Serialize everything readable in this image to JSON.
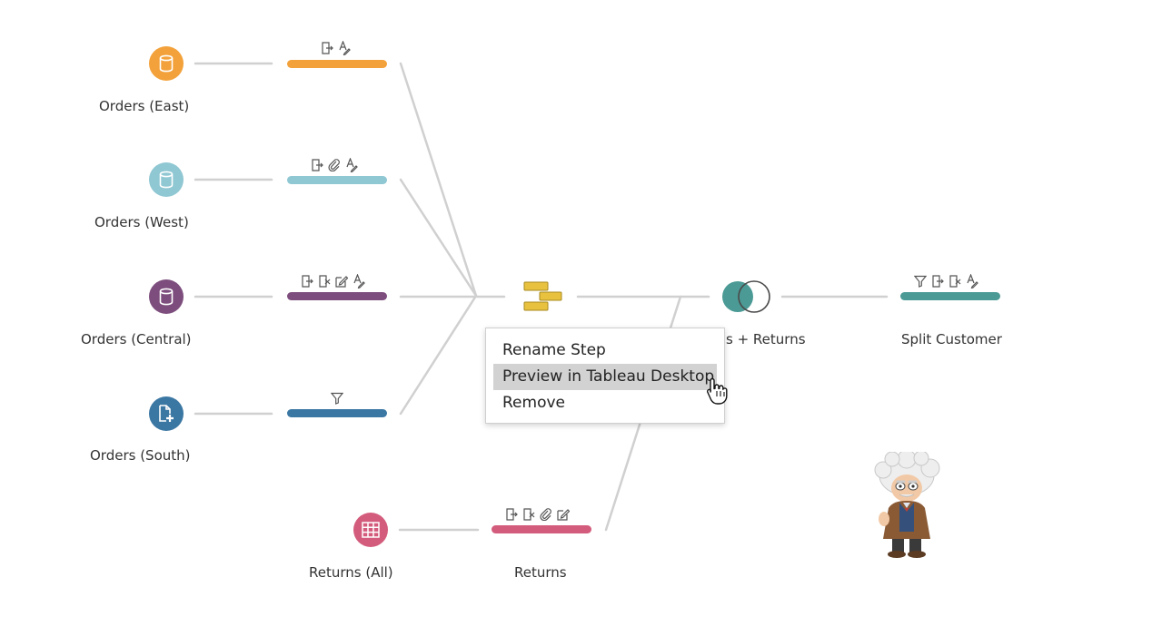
{
  "inputs": [
    {
      "label": "Orders (East)",
      "color": "#f3a23b",
      "icon": "database-icon"
    },
    {
      "label": "Orders (West)",
      "color": "#8fc7d2",
      "icon": "database-icon"
    },
    {
      "label": "Orders (Central)",
      "color": "#7d4e7d",
      "icon": "database-icon"
    },
    {
      "label": "Orders (South)",
      "color": "#3b77a3",
      "icon": "add-file-icon"
    },
    {
      "label": "Returns (All)",
      "color": "#d35b7b",
      "icon": "table-icon"
    }
  ],
  "steps": [
    {
      "color": "#f3a23b",
      "icons": [
        "rename-field-icon",
        "edit-value-icon"
      ]
    },
    {
      "color": "#8fc7d2",
      "icons": [
        "rename-field-icon",
        "paperclip-icon",
        "edit-value-icon"
      ]
    },
    {
      "color": "#7d4e7d",
      "icons": [
        "rename-field-icon",
        "remove-field-icon",
        "edit-icon",
        "edit-value-icon"
      ]
    },
    {
      "color": "#3b77a3",
      "icons": [
        "filter-icon"
      ]
    },
    {
      "color": "#d35b7b",
      "icons": [
        "rename-field-icon",
        "remove-field-icon",
        "paperclip-icon",
        "edit-icon"
      ],
      "label": "Returns"
    },
    {
      "color": "#4b9a95",
      "icons": [
        "filter-icon",
        "rename-field-icon",
        "remove-field-icon",
        "edit-value-icon"
      ],
      "label": "Split Customer"
    }
  ],
  "union": {
    "color": "#e8c13f",
    "icon": "union-icon"
  },
  "join": {
    "label": "s + Returns",
    "color": "#4b9a95",
    "icon": "join-icon"
  },
  "context_menu": {
    "items": [
      {
        "label": "Rename Step"
      },
      {
        "label": "Preview in Tableau Desktop"
      },
      {
        "label": "Remove"
      }
    ],
    "active_index": 1
  },
  "connector_color": "#d0d0d0"
}
